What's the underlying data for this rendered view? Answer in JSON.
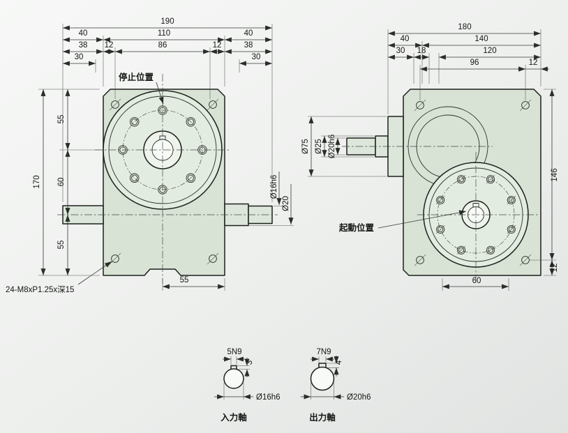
{
  "front_view": {
    "dims": {
      "overall_width": "190",
      "left_40": "40",
      "body_110": "110",
      "right_40": "40",
      "left_38": "38",
      "left_12": "12",
      "center_86": "86",
      "right_12": "12",
      "right_38": "38",
      "left_30": "30",
      "right_30": "30",
      "height_55_top": "55",
      "height_60": "60",
      "height_55_bottom": "55",
      "height_170": "170",
      "shaft_dia_end": "Ø16h6",
      "shaft_dia": "Ø20",
      "bottom_55": "55"
    },
    "labels": {
      "stop_position": "停止位置",
      "tapped_holes": "24-M8xP1.25x深15"
    }
  },
  "side_view": {
    "dims": {
      "overall_width": "180",
      "left_40": "40",
      "right_140": "140",
      "d30": "30",
      "d18": "18",
      "d120": "120",
      "d96": "96",
      "d12_top": "12",
      "boss_dia": "Ø75",
      "step_dia": "Ø25",
      "shaft_dia": "Ø20h6",
      "height_146": "146",
      "height_12": "12",
      "bottom_60": "60"
    },
    "labels": {
      "start_position": "起動位置"
    }
  },
  "shaft_details": {
    "input": {
      "keyway": "5N9",
      "keyway_depth": "3",
      "diameter": "Ø16h6",
      "title": "入力軸"
    },
    "output": {
      "keyway": "7N9",
      "keyway_depth": "4",
      "diameter": "Ø20h6",
      "title": "出力軸"
    }
  }
}
